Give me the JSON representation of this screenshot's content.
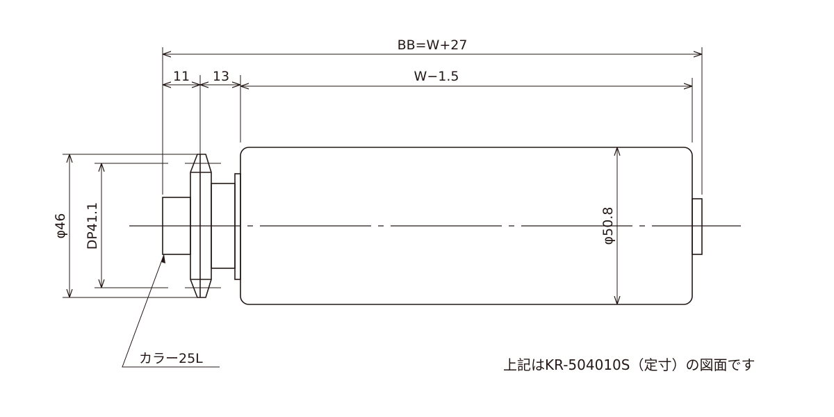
{
  "dimensions": {
    "overall": "BB=W+27",
    "collar_length": "11",
    "gap_length": "13",
    "roller_length": "W−1.5",
    "outer_diameter": "φ46",
    "pitch_diameter": "DP41.1",
    "roller_diameter": "φ50.8"
  },
  "leader": {
    "collar_label": "カラー25L"
  },
  "note": "上記はKR-504010S（定寸）の図面です"
}
